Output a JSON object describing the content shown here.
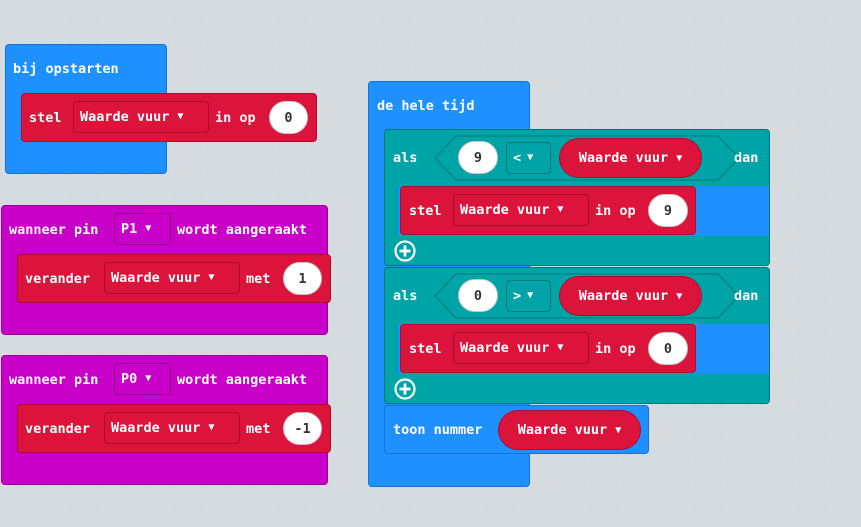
{
  "workspace": {
    "background": "#ecf0f1"
  },
  "colors": {
    "events": "#1e90ff",
    "variables": "#dc143c",
    "input": "#c800c8",
    "logic": "#00a4a6"
  },
  "block_on_start": {
    "header": "bij opstarten",
    "stmt": {
      "set": "stel",
      "variable": "Waarde vuur",
      "to": "in op",
      "value": "0"
    }
  },
  "block_pin_p1": {
    "when": "wanneer pin",
    "pin": "P1",
    "pressed": "wordt aangeraakt",
    "stmt": {
      "change": "verander",
      "variable": "Waarde vuur",
      "by": "met",
      "value": "1"
    }
  },
  "block_pin_p0": {
    "when": "wanneer pin",
    "pin": "P0",
    "pressed": "wordt aangeraakt",
    "stmt": {
      "change": "verander",
      "variable": "Waarde vuur",
      "by": "met",
      "value": "-1"
    }
  },
  "block_forever": {
    "header": "de hele tijd",
    "if1": {
      "if": "als",
      "left": "9",
      "op": "<",
      "right": "Waarde vuur",
      "then": "dan",
      "stmt": {
        "set": "stel",
        "variable": "Waarde vuur",
        "to": "in op",
        "value": "9"
      }
    },
    "if2": {
      "if": "als",
      "left": "0",
      "op": ">",
      "right": "Waarde vuur",
      "then": "dan",
      "stmt": {
        "set": "stel",
        "variable": "Waarde vuur",
        "to": "in op",
        "value": "0"
      }
    },
    "show": {
      "label": "toon nummer",
      "variable": "Waarde vuur"
    }
  },
  "icons": {
    "dropdown": "caret-down-icon",
    "add": "plus-circle-icon"
  }
}
